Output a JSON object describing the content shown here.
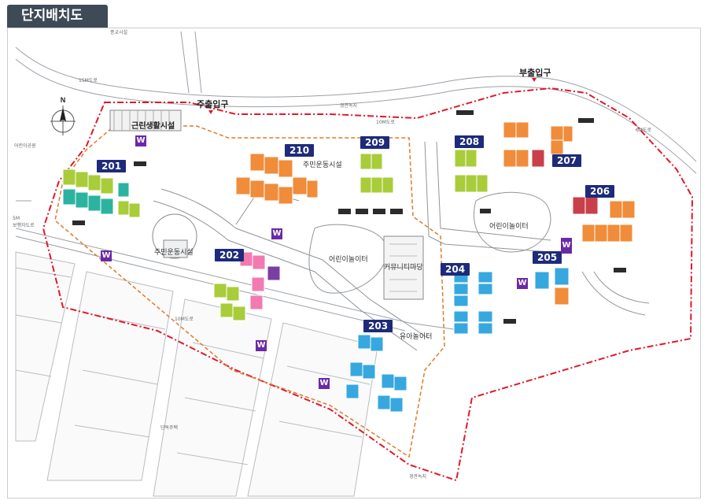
{
  "title": "단지배치도",
  "buildings": [
    {
      "id": "b201",
      "label": "201"
    },
    {
      "id": "b202",
      "label": "202"
    },
    {
      "id": "b203",
      "label": "203"
    },
    {
      "id": "b204",
      "label": "204"
    },
    {
      "id": "b205",
      "label": "205"
    },
    {
      "id": "b206",
      "label": "206"
    },
    {
      "id": "b207",
      "label": "207"
    },
    {
      "id": "b208",
      "label": "208"
    },
    {
      "id": "b209",
      "label": "209"
    },
    {
      "id": "b210",
      "label": "210"
    }
  ],
  "facilities": {
    "neighborhood": "근린생활시설",
    "sports_1": "주민운동시설",
    "sports_2": "주민운동시설",
    "playground_1": "어린이놀이터",
    "playground_2": "어린이놀이터",
    "community": "커뮤니티마당",
    "toddler": "유아놀이터"
  },
  "entrances": {
    "main": "주출입구",
    "sub": "부출입구"
  },
  "roads": {
    "north": "10M도로",
    "south": "10M도로",
    "west_top": "15M도로",
    "east": "6M도로",
    "west_side": "5M\n보행자도로"
  },
  "areas": {
    "park": "어린이공원",
    "greens_north": "경관녹지",
    "greens_south": "경관녹지",
    "houses": "단독주택",
    "public": "종교시설"
  },
  "compass": "N",
  "w_badge": "W",
  "colors": {
    "orange": "#f08c3a",
    "green": "#a9cc3a",
    "blue": "#36a8df",
    "pink": "#f27ab1",
    "purple": "#7a3fa5",
    "teal": "#2bb3a0",
    "red": "#c9404a",
    "boundary": "#e0182a",
    "inner_boundary": "#e07a2a",
    "tag_bg": "#1d2b7a"
  }
}
